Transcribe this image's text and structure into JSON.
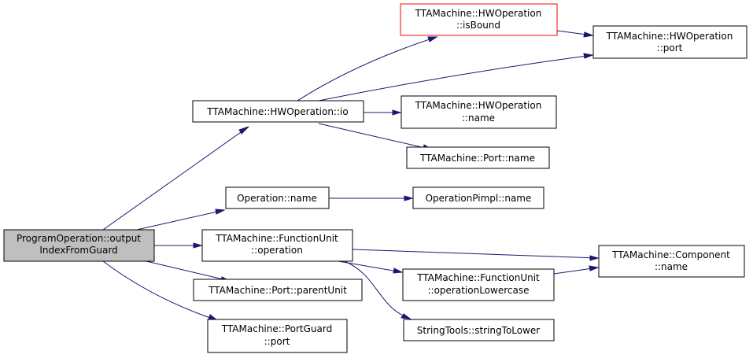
{
  "nodes": {
    "root": [
      "ProgramOperation::output",
      "IndexFromGuard"
    ],
    "hw_io": [
      "TTAMachine::HWOperation::io"
    ],
    "op_name": [
      "Operation::name"
    ],
    "fu_operation": [
      "TTAMachine::FunctionUnit",
      "::operation"
    ],
    "port_parent": [
      "TTAMachine::Port::parentUnit"
    ],
    "portguard_port": [
      "TTAMachine::PortGuard",
      "::port"
    ],
    "hw_isbound": [
      "TTAMachine::HWOperation",
      "::isBound"
    ],
    "hw_name": [
      "TTAMachine::HWOperation",
      "::name"
    ],
    "port_name": [
      "TTAMachine::Port::name"
    ],
    "opimpl_name": [
      "OperationPimpl::name"
    ],
    "fu_oplower": [
      "TTAMachine::FunctionUnit",
      "::operationLowercase"
    ],
    "str_lower": [
      "StringTools::stringToLower"
    ],
    "hw_port": [
      "TTAMachine::HWOperation",
      "::port"
    ],
    "comp_name": [
      "TTAMachine::Component",
      "::name"
    ]
  },
  "colors": {
    "edge": "#191970",
    "root_fill": "#bfbfbf",
    "highlight_border": "#ff0000"
  }
}
